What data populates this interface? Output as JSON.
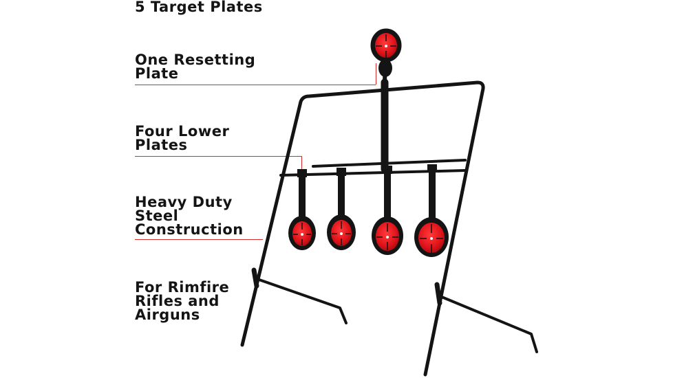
{
  "callouts": [
    {
      "lines": [
        "5 Target Plates"
      ]
    },
    {
      "lines": [
        "One Resetting",
        "Plate"
      ]
    },
    {
      "lines": [
        "Four Lower",
        "Plates"
      ]
    },
    {
      "lines": [
        "Heavy Duty",
        "Steel",
        "Construction"
      ]
    },
    {
      "lines": [
        "For Rimfire",
        "Rifles and",
        "Airguns"
      ]
    }
  ],
  "colors": {
    "accent": "#d42a2a",
    "plate_red": "#e0141b",
    "steel": "#141414",
    "text": "#141414"
  },
  "icons": [
    "spinner-target-product-image"
  ]
}
